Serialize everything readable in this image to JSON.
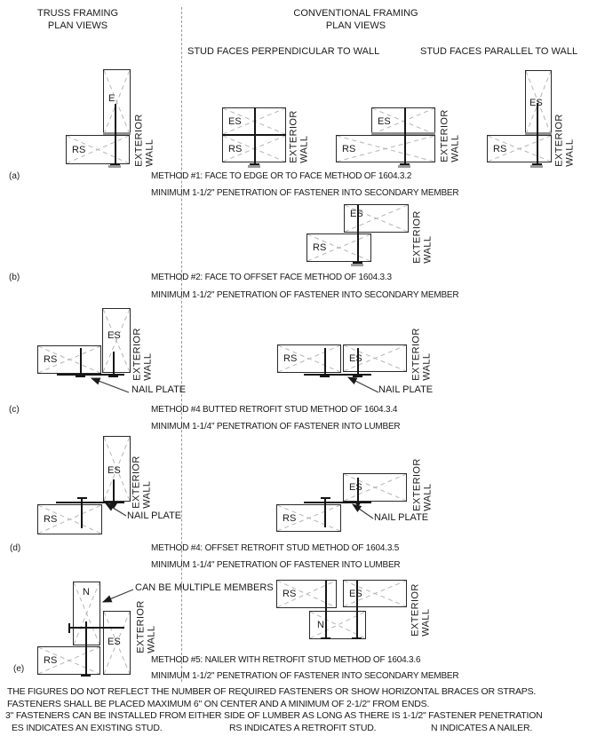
{
  "headers": {
    "truss_title": "TRUSS FRAMING",
    "truss_subtitle": "PLAN VIEWS",
    "conventional_title": "CONVENTIONAL FRAMING",
    "conventional_subtitle": "PLAN VIEWS",
    "perpendicular": "STUD FACES PERPENDICULAR TO WALL",
    "parallel": "STUD FACES PARALLEL TO WALL"
  },
  "labels": {
    "e": "E",
    "es": "ES",
    "rs": "RS",
    "n": "N",
    "exterior": "EXTERIOR",
    "wall": "WALL",
    "nail_plate": "NAIL PLATE",
    "multiple_members": "CAN BE MULTIPLE MEMBERS"
  },
  "rows": {
    "a": {
      "tag": "(a)",
      "method": "METHOD #1: FACE TO EDGE OR TO FACE METHOD OF 1604.3.2",
      "minimum": "MINIMUM 1-1/2\" PENETRATION OF FASTENER INTO SECONDARY MEMBER"
    },
    "b": {
      "tag": "(b)",
      "method": "METHOD #2: FACE TO OFFSET FACE METHOD OF 1604.3.3",
      "minimum": "MINIMUM 1-1/2\" PENETRATION OF FASTENER INTO SECONDARY MEMBER"
    },
    "c": {
      "tag": "(c)",
      "method": "METHOD #4 BUTTED RETROFIT STUD METHOD OF 1604.3.4",
      "minimum": "MINIMUM 1-1/4\" PENETRATION OF FASTENER INTO LUMBER"
    },
    "d": {
      "tag": "(d)",
      "method": "METHOD #4: OFFSET RETROFIT STUD METHOD OF 1604.3.5",
      "minimum": "MINIMUM 1-1/4\" PENETRATION OF FASTENER INTO LUMBER"
    },
    "e": {
      "tag": "(e)",
      "method": "METHOD #5: NAILER WITH RETROFIT STUD METHOD OF 1604.3.6",
      "minimum": "MINIMUM 1-1/2\" PENETRATION OF FASTENER INTO SECONDARY MEMBER"
    }
  },
  "notes": {
    "line1": "THE FIGURES DO NOT REFLECT THE NUMBER OF REQUIRED FASTENERS OR SHOW HORIZONTAL BRACES OR STRAPS.",
    "line2": "FASTENERS SHALL BE PLACED MAXIMUM 6\" ON CENTER AND A MINIMUM OF 2-1/2\" FROM ENDS.",
    "line3": "3\" FASTENERS CAN BE INSTALLED FROM EITHER SIDE OF LUMBER AS LONG AS THERE IS 1-1/2\" FASTENER PENETRATION",
    "line4_es": "ES INDICATES  AN EXISTING STUD.",
    "line4_rs": "RS INDICATES A RETROFIT STUD.",
    "line4_n": "N INDICATES A NAILER."
  },
  "colors": {
    "line": "#1a1a1a",
    "brace_dash": "#b5b5b5",
    "divider": "#999999",
    "bearing_gray": "#8f8f8f"
  }
}
